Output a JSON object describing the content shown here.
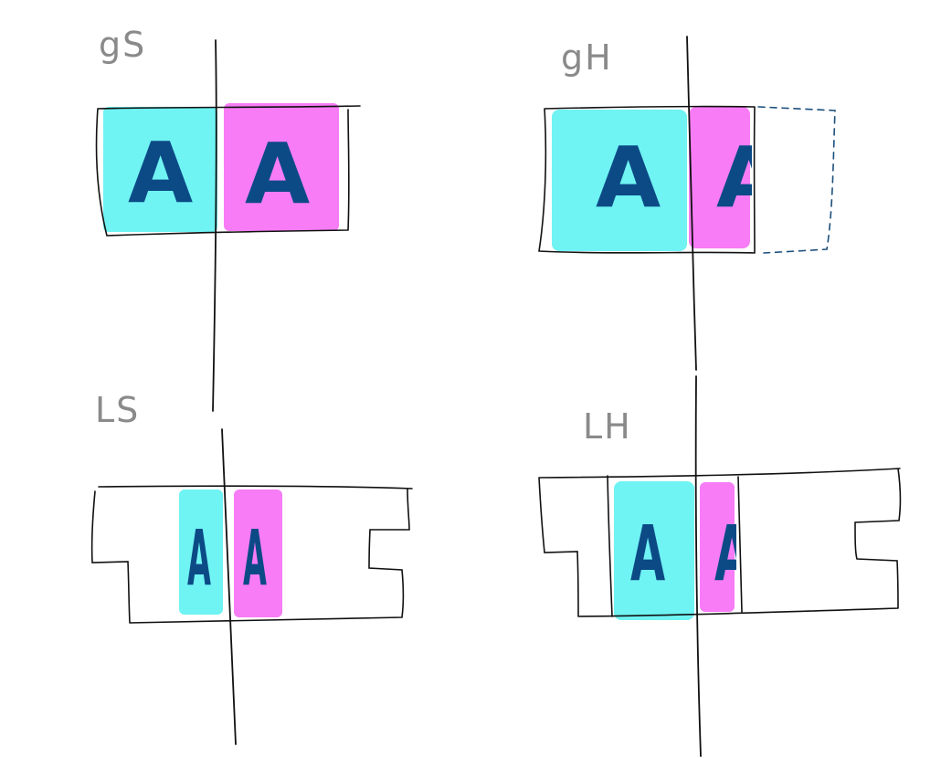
{
  "colors": {
    "background": "#ffffff",
    "ink": "#111111",
    "cyan_highlight": "#6ff3f3",
    "magenta_highlight": "#f77cf5",
    "glyph": "#0c4a86",
    "label": "#8a8a8a",
    "dashed_outline": "#1c4f7c"
  },
  "panels": [
    {
      "id": "gs",
      "label": "gS",
      "glyph": "A"
    },
    {
      "id": "gh",
      "label": "gH",
      "glyph": "A"
    },
    {
      "id": "ls",
      "label": "LS",
      "glyph": "A"
    },
    {
      "id": "lh",
      "label": "LH",
      "glyph": "A"
    }
  ]
}
